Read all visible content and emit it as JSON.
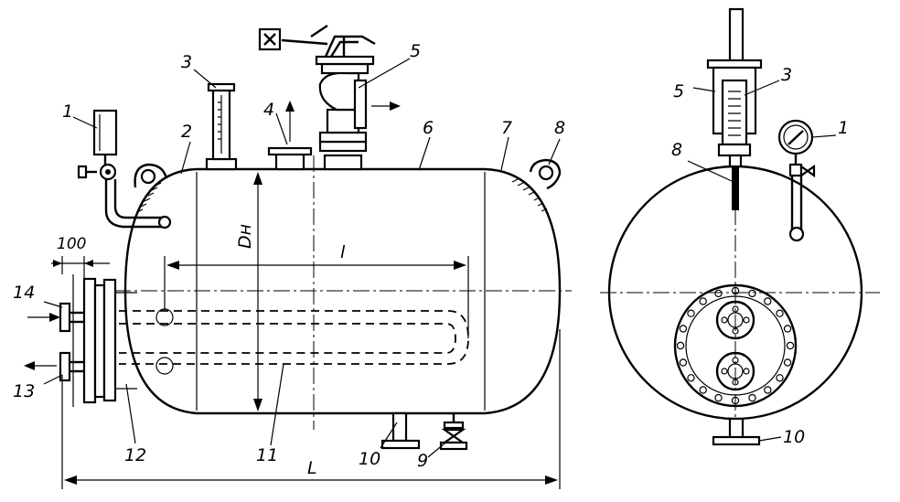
{
  "labels": {
    "side": {
      "n1": "1",
      "n2": "2",
      "n3": "3",
      "n4": "4",
      "n5": "5",
      "n6": "6",
      "n7": "7",
      "n8": "8",
      "n9": "9",
      "n10": "10",
      "n11": "11",
      "n12": "12",
      "n13": "13",
      "n14": "14"
    },
    "end": {
      "n1": "1",
      "n3": "3",
      "n5": "5",
      "n8": "8",
      "n10": "10"
    }
  },
  "dimensions": {
    "overall_length": "L",
    "coil_length": "l",
    "diameter": "Dн",
    "offset": "100"
  }
}
